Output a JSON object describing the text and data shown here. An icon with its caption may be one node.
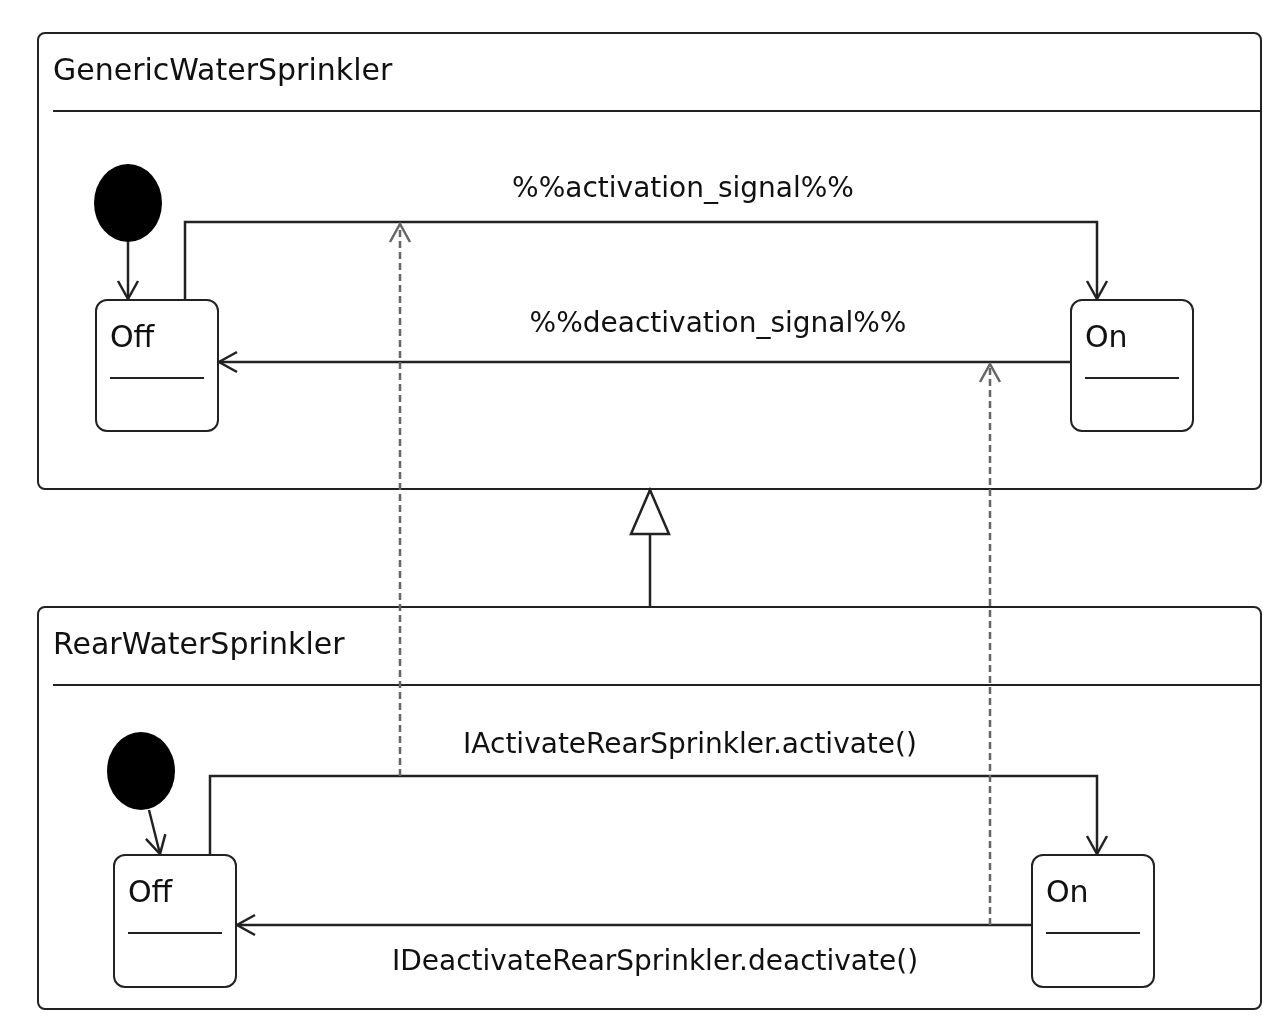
{
  "diagram": {
    "nodes": [
      {
        "text": [
          "GenericWaterSprinkler"
        ]
      },
      {
        "text": [],
        "shape": "circle",
        "in": 0
      },
      {
        "text": [
          "Off"
        ],
        "in": 0
      },
      {
        "text": [
          "On"
        ],
        "in": 0
      },
      {
        "text": [
          "RearWaterSprinkler"
        ]
      },
      {
        "text": [],
        "shape": "circle",
        "in": 4
      },
      {
        "text": [
          "Off"
        ],
        "in": 4
      },
      {
        "text": [
          "On"
        ],
        "in": 4
      }
    ],
    "edges": [
      {
        "from": 1,
        "to": 2,
        "arrow": "to"
      },
      {
        "from": 2,
        "to": 3,
        "arrow": "to",
        "label": "%%activation_signal%%"
      },
      {
        "from": 3,
        "to": 2,
        "arrow": "to",
        "label": "%%deactivation_signal%%"
      },
      {
        "from": 4,
        "to": 0,
        "arrow": "to"
      },
      {
        "from": 5,
        "to": 6,
        "arrow": "to"
      },
      {
        "from": 6,
        "to": 7,
        "arrow": "to",
        "label": "IActivateRearSprinkler.activate()"
      },
      {
        "from": 7,
        "to": 6,
        "arrow": "to",
        "label": "IDeactivateRearSprinkler.deactivate()"
      }
    ]
  }
}
